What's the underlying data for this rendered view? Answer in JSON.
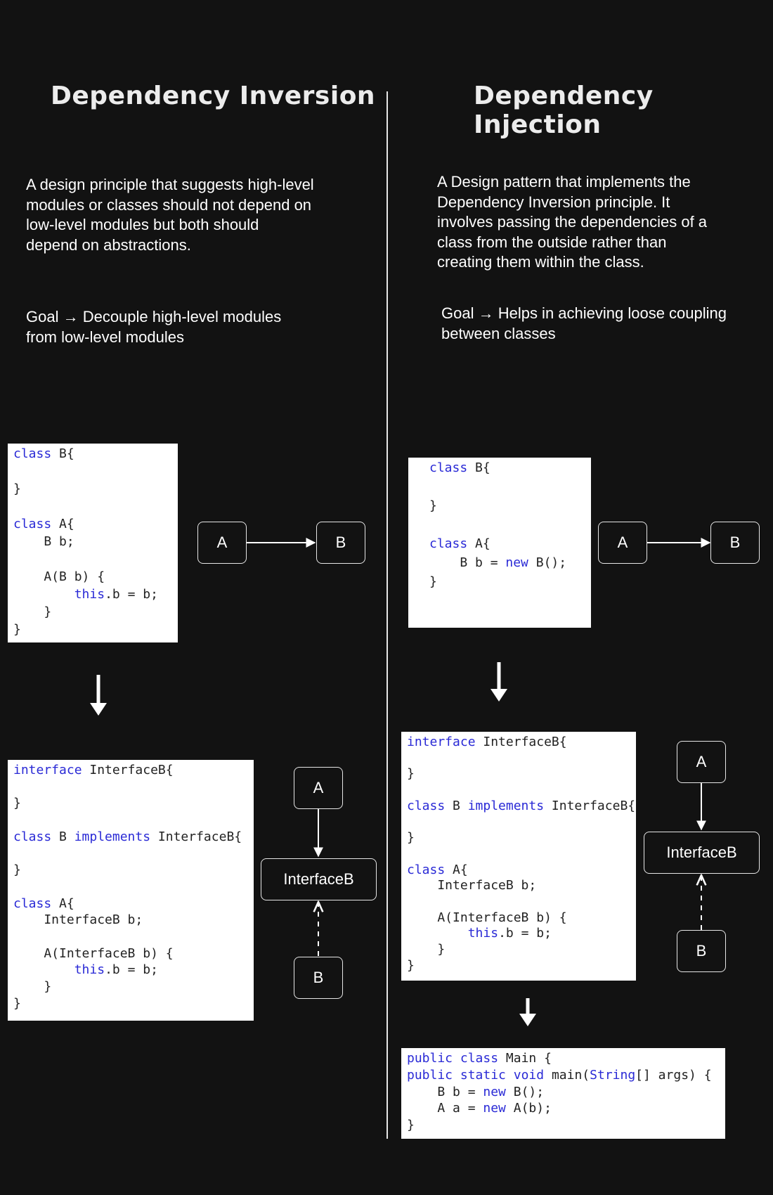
{
  "left": {
    "title": "Dependency Inversion",
    "description": [
      "A design principle that suggests high-level",
      "modules or classes should not depend on",
      "low-level modules but both should",
      "depend on abstractions."
    ],
    "goal": [
      "Goal → Decouple high-level modules",
      "from low-level modules"
    ],
    "code_before": [
      [
        {
          "t": "class",
          "k": true
        },
        {
          "t": " B{"
        }
      ],
      [],
      [
        {
          "t": "}"
        }
      ],
      [],
      [
        {
          "t": "class",
          "k": true
        },
        {
          "t": " A{"
        }
      ],
      [
        {
          "t": "    B b;"
        }
      ],
      [],
      [
        {
          "t": "    A(B b) {"
        }
      ],
      [
        {
          "t": "        "
        },
        {
          "t": "this",
          "k": true
        },
        {
          "t": ".b = b;"
        }
      ],
      [
        {
          "t": "    }"
        }
      ],
      [
        {
          "t": "}"
        }
      ]
    ],
    "code_after": [
      [
        {
          "t": "interface",
          "k": true
        },
        {
          "t": " InterfaceB{"
        }
      ],
      [],
      [
        {
          "t": "}"
        }
      ],
      [],
      [
        {
          "t": "class",
          "k": true
        },
        {
          "t": " B "
        },
        {
          "t": "implements",
          "k": true
        },
        {
          "t": " InterfaceB{"
        }
      ],
      [],
      [
        {
          "t": "}"
        }
      ],
      [],
      [
        {
          "t": "class",
          "k": true
        },
        {
          "t": " A{"
        }
      ],
      [
        {
          "t": "    InterfaceB b;"
        }
      ],
      [],
      [
        {
          "t": "    A(InterfaceB b) {"
        }
      ],
      [
        {
          "t": "        "
        },
        {
          "t": "this",
          "k": true
        },
        {
          "t": ".b = b;"
        }
      ],
      [
        {
          "t": "    }"
        }
      ],
      [
        {
          "t": "}"
        }
      ]
    ],
    "diagram1": {
      "a": "A",
      "b": "B"
    },
    "diagram2": {
      "a": "A",
      "iface": "InterfaceB",
      "b": "B"
    }
  },
  "right": {
    "title": "Dependency Injection",
    "description": [
      "A Design pattern that implements the",
      "Dependency Inversion principle. It",
      "involves passing the dependencies of a",
      "class from the outside rather than",
      "creating them within the class."
    ],
    "goal": [
      "Goal → Helps in achieving loose coupling",
      "between classes"
    ],
    "code_before": [
      [
        {
          "t": "class",
          "k": true
        },
        {
          "t": " B{"
        }
      ],
      [],
      [
        {
          "t": "}"
        }
      ],
      [],
      [
        {
          "t": "class",
          "k": true
        },
        {
          "t": " A{"
        }
      ],
      [
        {
          "t": "    B b = "
        },
        {
          "t": "new",
          "k": true
        },
        {
          "t": " B();"
        }
      ],
      [
        {
          "t": "}"
        }
      ]
    ],
    "code_after": [
      [
        {
          "t": "interface",
          "k": true
        },
        {
          "t": " InterfaceB{"
        }
      ],
      [],
      [
        {
          "t": "}"
        }
      ],
      [],
      [
        {
          "t": "class",
          "k": true
        },
        {
          "t": " B "
        },
        {
          "t": "implements",
          "k": true
        },
        {
          "t": " InterfaceB{"
        }
      ],
      [],
      [
        {
          "t": "}"
        }
      ],
      [],
      [
        {
          "t": "class",
          "k": true
        },
        {
          "t": " A{"
        }
      ],
      [
        {
          "t": "    InterfaceB b;"
        }
      ],
      [],
      [
        {
          "t": "    A(InterfaceB b) {"
        }
      ],
      [
        {
          "t": "        "
        },
        {
          "t": "this",
          "k": true
        },
        {
          "t": ".b = b;"
        }
      ],
      [
        {
          "t": "    }"
        }
      ],
      [
        {
          "t": "}"
        }
      ]
    ],
    "code_main": [
      [
        {
          "t": "public",
          "k": true
        },
        {
          "t": " "
        },
        {
          "t": "class",
          "k": true
        },
        {
          "t": " Main {"
        }
      ],
      [
        {
          "t": "public",
          "k": true
        },
        {
          "t": " "
        },
        {
          "t": "static",
          "k": true
        },
        {
          "t": " "
        },
        {
          "t": "void",
          "k": true
        },
        {
          "t": " main("
        },
        {
          "t": "String",
          "k": true
        },
        {
          "t": "[] args) {"
        }
      ],
      [
        {
          "t": "    B b = "
        },
        {
          "t": "new",
          "k": true
        },
        {
          "t": " B();"
        }
      ],
      [
        {
          "t": "    A a = "
        },
        {
          "t": "new",
          "k": true
        },
        {
          "t": " A(b);"
        }
      ],
      [
        {
          "t": "}"
        }
      ]
    ],
    "diagram1": {
      "a": "A",
      "b": "B"
    },
    "diagram2": {
      "a": "A",
      "iface": "InterfaceB",
      "b": "B"
    }
  },
  "colors": {
    "background": "#121212",
    "code_keyword": "#2a2ad6",
    "code_text": "#222222",
    "line": "#e6e6e6"
  }
}
